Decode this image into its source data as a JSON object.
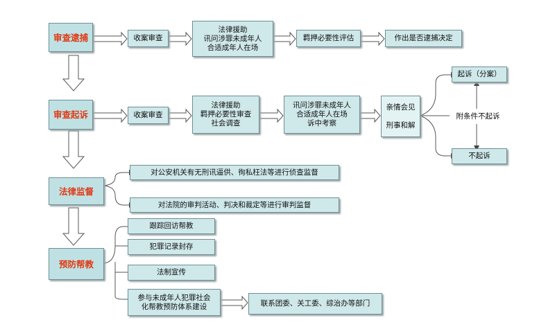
{
  "colors": {
    "box_fill": "#cfe8ea",
    "box_border": "#6f8f94",
    "category_text": "#e03a14",
    "arrow_fill": "#ffffff",
    "arrow_stroke": "#555555"
  },
  "rows": {
    "review_arrest": {
      "label": "审查逮捕",
      "steps": [
        "收案审查",
        "法律援助\n讯问涉罪未成年人\n合适成年人在场",
        "羁押必要性评估",
        "作出是否逮捕决定"
      ]
    },
    "review_prosecution": {
      "label": "审查起诉",
      "steps": [
        "收案审查",
        "法律援助\n羁押必要性审查\n社会调查",
        "讯问涉罪未成年人\n合适成年人在场\n诉中考察",
        "亲情会见\n\n刑事和解"
      ],
      "outcomes": [
        "起诉（分案）",
        "附条件不起诉",
        "不起诉"
      ]
    },
    "legal_supervision": {
      "label": "法律监督",
      "items": [
        "对公安机关有无刑讯逼供、徇私枉法等进行侦查监督",
        "对法院的审判活动、判决和裁定等进行审判监督"
      ]
    },
    "prevention_help": {
      "label": "预防帮教",
      "items": [
        "跟踪回访帮教",
        "犯罪记录封存",
        "法制宣传",
        "参与未成年人犯罪社会\n化帮教预防体系建设"
      ],
      "linked": "联系团委、关工委、综治办等部门"
    }
  }
}
